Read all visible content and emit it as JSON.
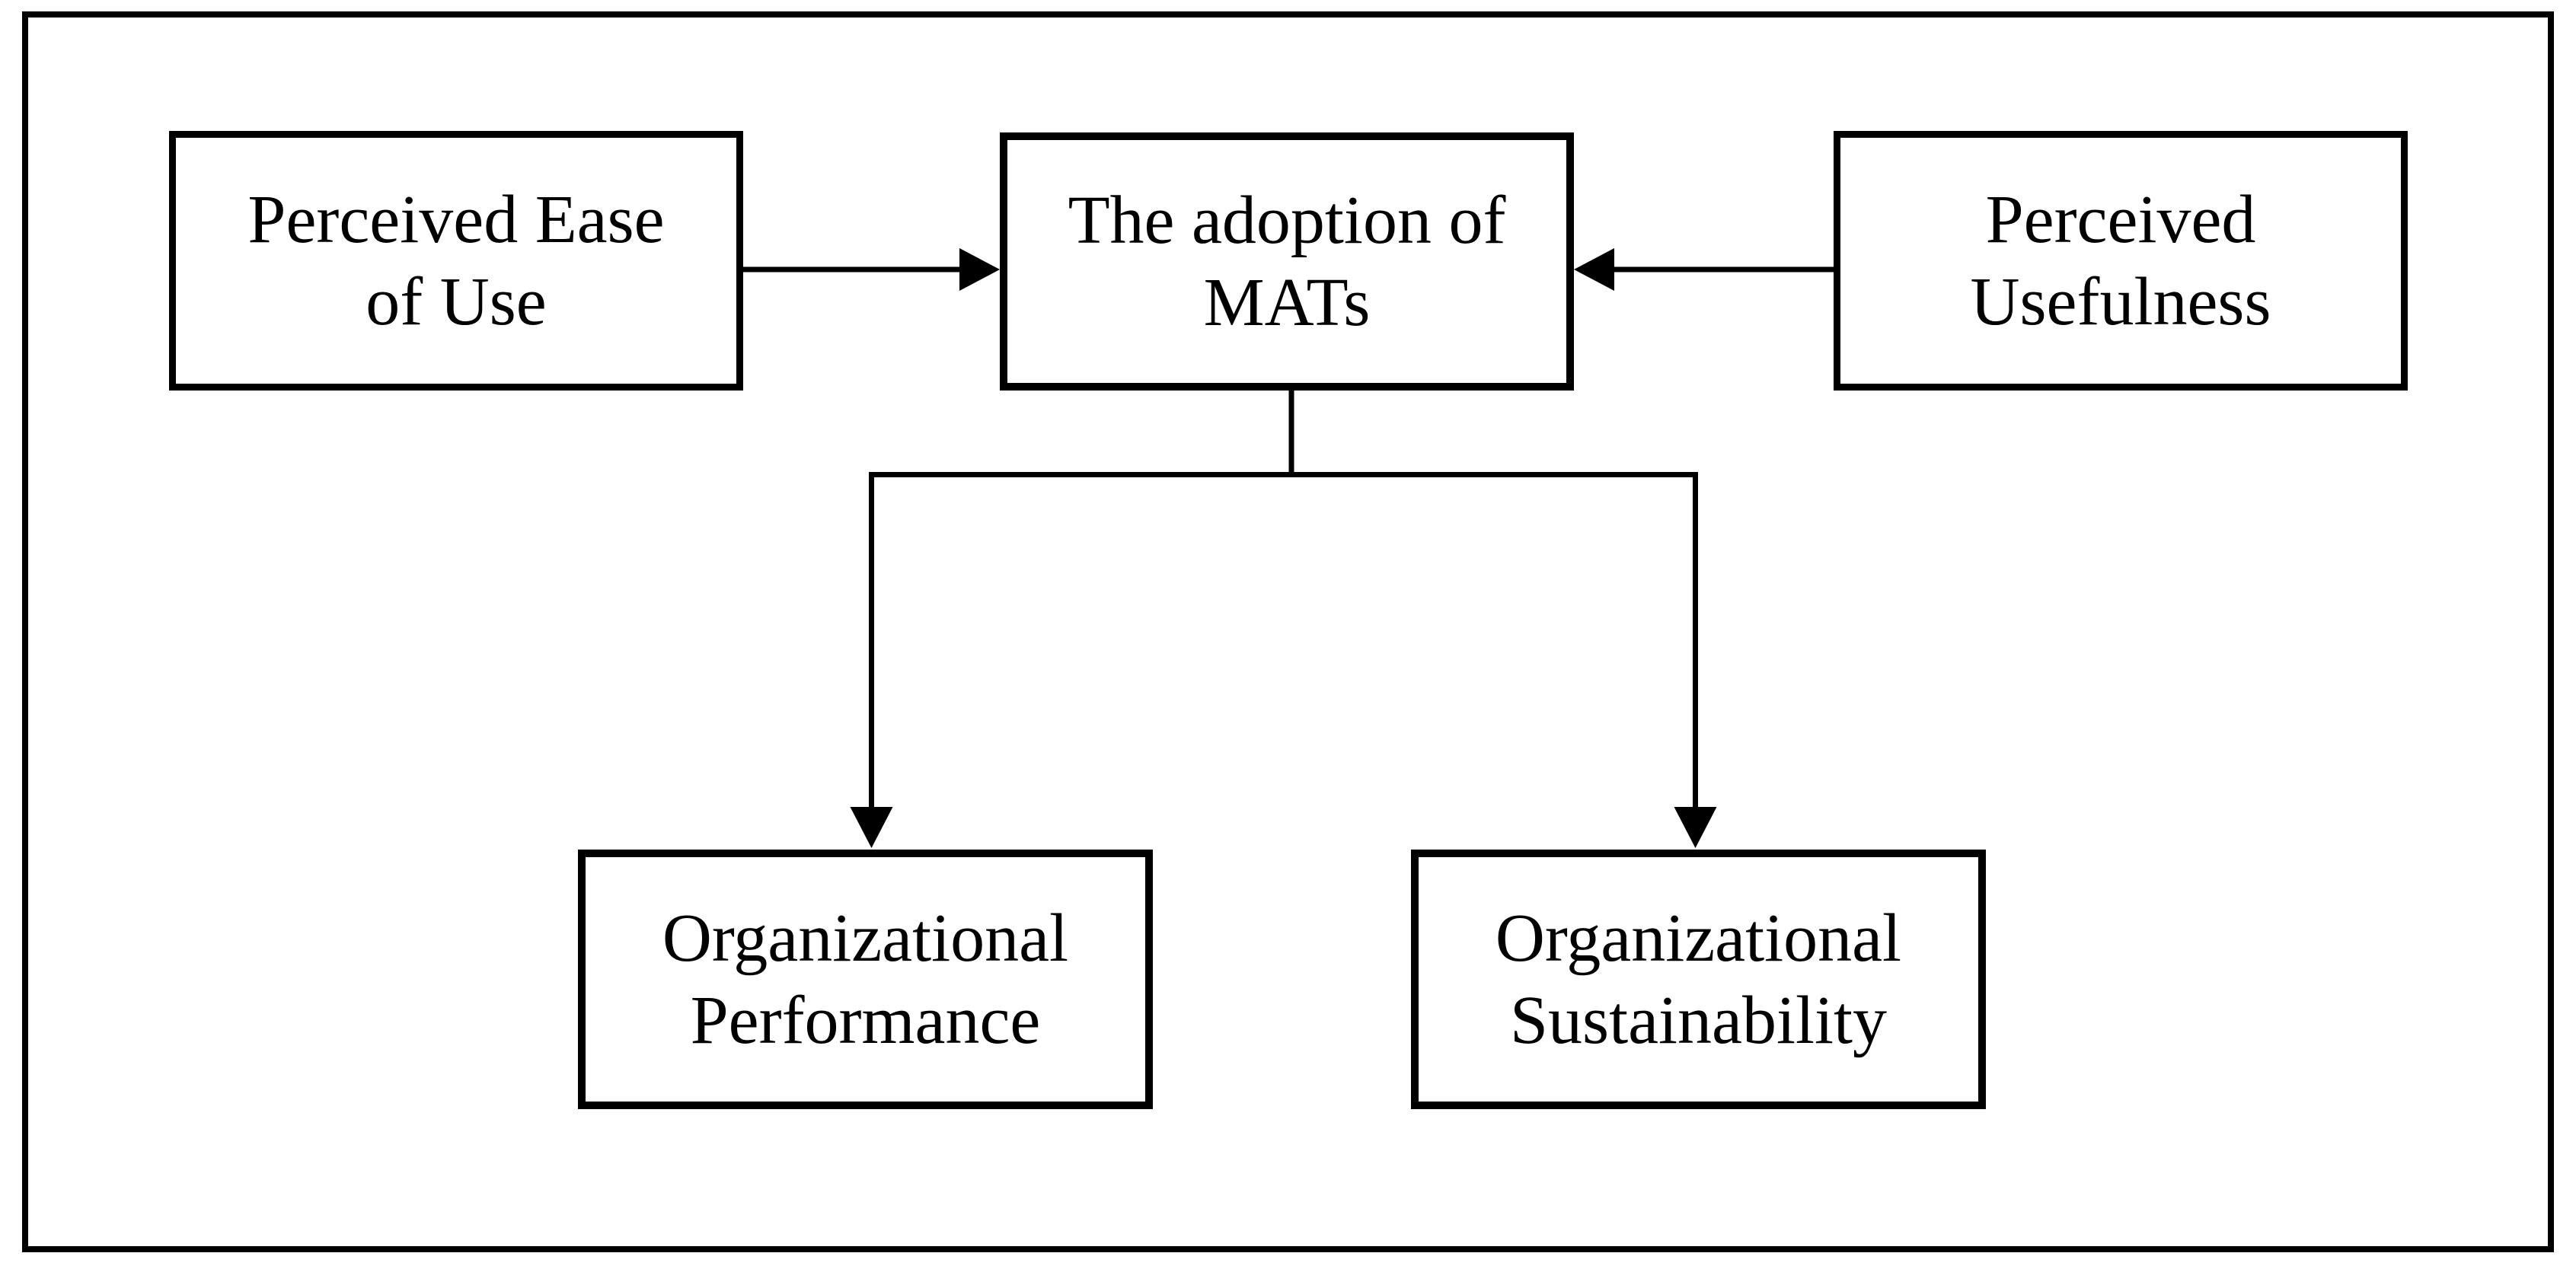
{
  "figure": {
    "type": "diagram",
    "background_color": "#ffffff",
    "ink_color": "#000000"
  },
  "nodes": {
    "ease": {
      "id": "perceived-ease-of-use",
      "label": "Perceived Ease of Use",
      "lines": [
        "Perceived Ease",
        "of Use"
      ]
    },
    "adoption": {
      "id": "adoption-of-mats",
      "label": "The adoption of MATs",
      "lines": [
        "The adoption of",
        "MATs"
      ]
    },
    "usefulness": {
      "id": "perceived-usefulness",
      "label": "Perceived Usefulness",
      "lines": [
        "Perceived",
        "Usefulness"
      ]
    },
    "performance": {
      "id": "organizational-performance",
      "label": "Organizational Performance",
      "lines": [
        "Organizational",
        "Performance"
      ]
    },
    "sustainability": {
      "id": "organizational-sustainability",
      "label": "Organizational Sustainability",
      "lines": [
        "Organizational",
        "Sustainability"
      ]
    }
  },
  "edges": [
    {
      "from": "perceived-ease-of-use",
      "to": "adoption-of-mats",
      "style": "solid-arrow"
    },
    {
      "from": "perceived-usefulness",
      "to": "adoption-of-mats",
      "style": "solid-arrow"
    },
    {
      "from": "adoption-of-mats",
      "to": "organizational-performance",
      "style": "solid-arrow"
    },
    {
      "from": "adoption-of-mats",
      "to": "organizational-sustainability",
      "style": "solid-arrow"
    }
  ]
}
